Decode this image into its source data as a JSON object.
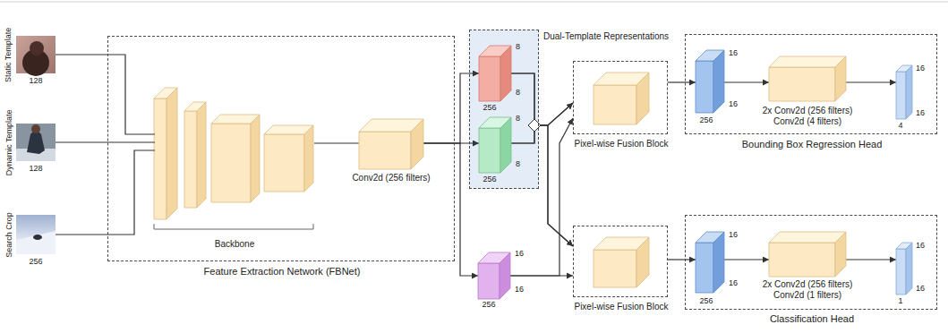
{
  "diagram": {
    "nodes": [
      {
        "text": [
          "Static Template",
          "128"
        ]
      },
      {
        "text": [
          "Dynamic Template",
          "128"
        ]
      },
      {
        "text": [
          "Search Crop",
          "256"
        ]
      },
      {
        "text": [
          "Feature Extraction Network (FBNet)"
        ]
      },
      {
        "text": [
          "Backbone"
        ],
        "in": 3
      },
      {
        "text": [
          "Conv2d (256 filters)"
        ],
        "in": 3
      },
      {
        "text": [
          "Dual-Template Representations"
        ]
      },
      {
        "text": [
          "8",
          "8",
          "256"
        ],
        "in": 6
      },
      {
        "text": [
          "8",
          "8",
          "256"
        ],
        "in": 6
      },
      {
        "text": [
          "16",
          "16",
          "256"
        ]
      },
      {
        "text": [
          "Pixel-wise Fusion Block"
        ]
      },
      {
        "text": [
          "Pixel-wise Fusion Block"
        ]
      },
      {
        "text": [
          "Bounding Box Regression Head"
        ]
      },
      {
        "text": [
          "16",
          "16",
          "256"
        ],
        "in": 12
      },
      {
        "text": [
          "2x Conv2d (256 filters) Conv2d (4 filters)"
        ],
        "in": 12
      },
      {
        "text": [
          "16",
          "16",
          "4"
        ],
        "in": 12
      },
      {
        "text": [
          "Classification Head"
        ]
      },
      {
        "text": [
          "16",
          "16",
          "256"
        ],
        "in": 16
      },
      {
        "text": [
          "2x Conv2d (256 filters) Conv2d (1 filters)"
        ],
        "in": 16
      },
      {
        "text": [
          "16",
          "16",
          "1"
        ],
        "in": 16
      }
    ],
    "edges": [
      {
        "from": 0,
        "to": 4,
        "arrow": "none"
      },
      {
        "from": 1,
        "to": 4,
        "arrow": "none"
      },
      {
        "from": 2,
        "to": 4,
        "arrow": "none"
      },
      {
        "from": 4,
        "to": 5,
        "arrow": "none"
      },
      {
        "from": 5,
        "to": 7,
        "arrow": "to"
      },
      {
        "from": 5,
        "to": 8,
        "arrow": "to"
      },
      {
        "from": 5,
        "to": 9,
        "arrow": "to"
      },
      {
        "from": 7,
        "to": 10,
        "arrow": "to"
      },
      {
        "from": 7,
        "to": 11,
        "arrow": "to"
      },
      {
        "from": 8,
        "to": 10,
        "arrow": "to"
      },
      {
        "from": 8,
        "to": 11,
        "arrow": "to"
      },
      {
        "from": 9,
        "to": 10,
        "arrow": "to"
      },
      {
        "from": 9,
        "to": 11,
        "arrow": "to"
      },
      {
        "from": 10,
        "to": 13,
        "arrow": "to"
      },
      {
        "from": 13,
        "to": 14,
        "arrow": "to"
      },
      {
        "from": 14,
        "to": 15,
        "arrow": "to"
      },
      {
        "from": 11,
        "to": 17,
        "arrow": "to"
      },
      {
        "from": 17,
        "to": 18,
        "arrow": "to"
      },
      {
        "from": 18,
        "to": 19,
        "arrow": "to"
      }
    ]
  }
}
